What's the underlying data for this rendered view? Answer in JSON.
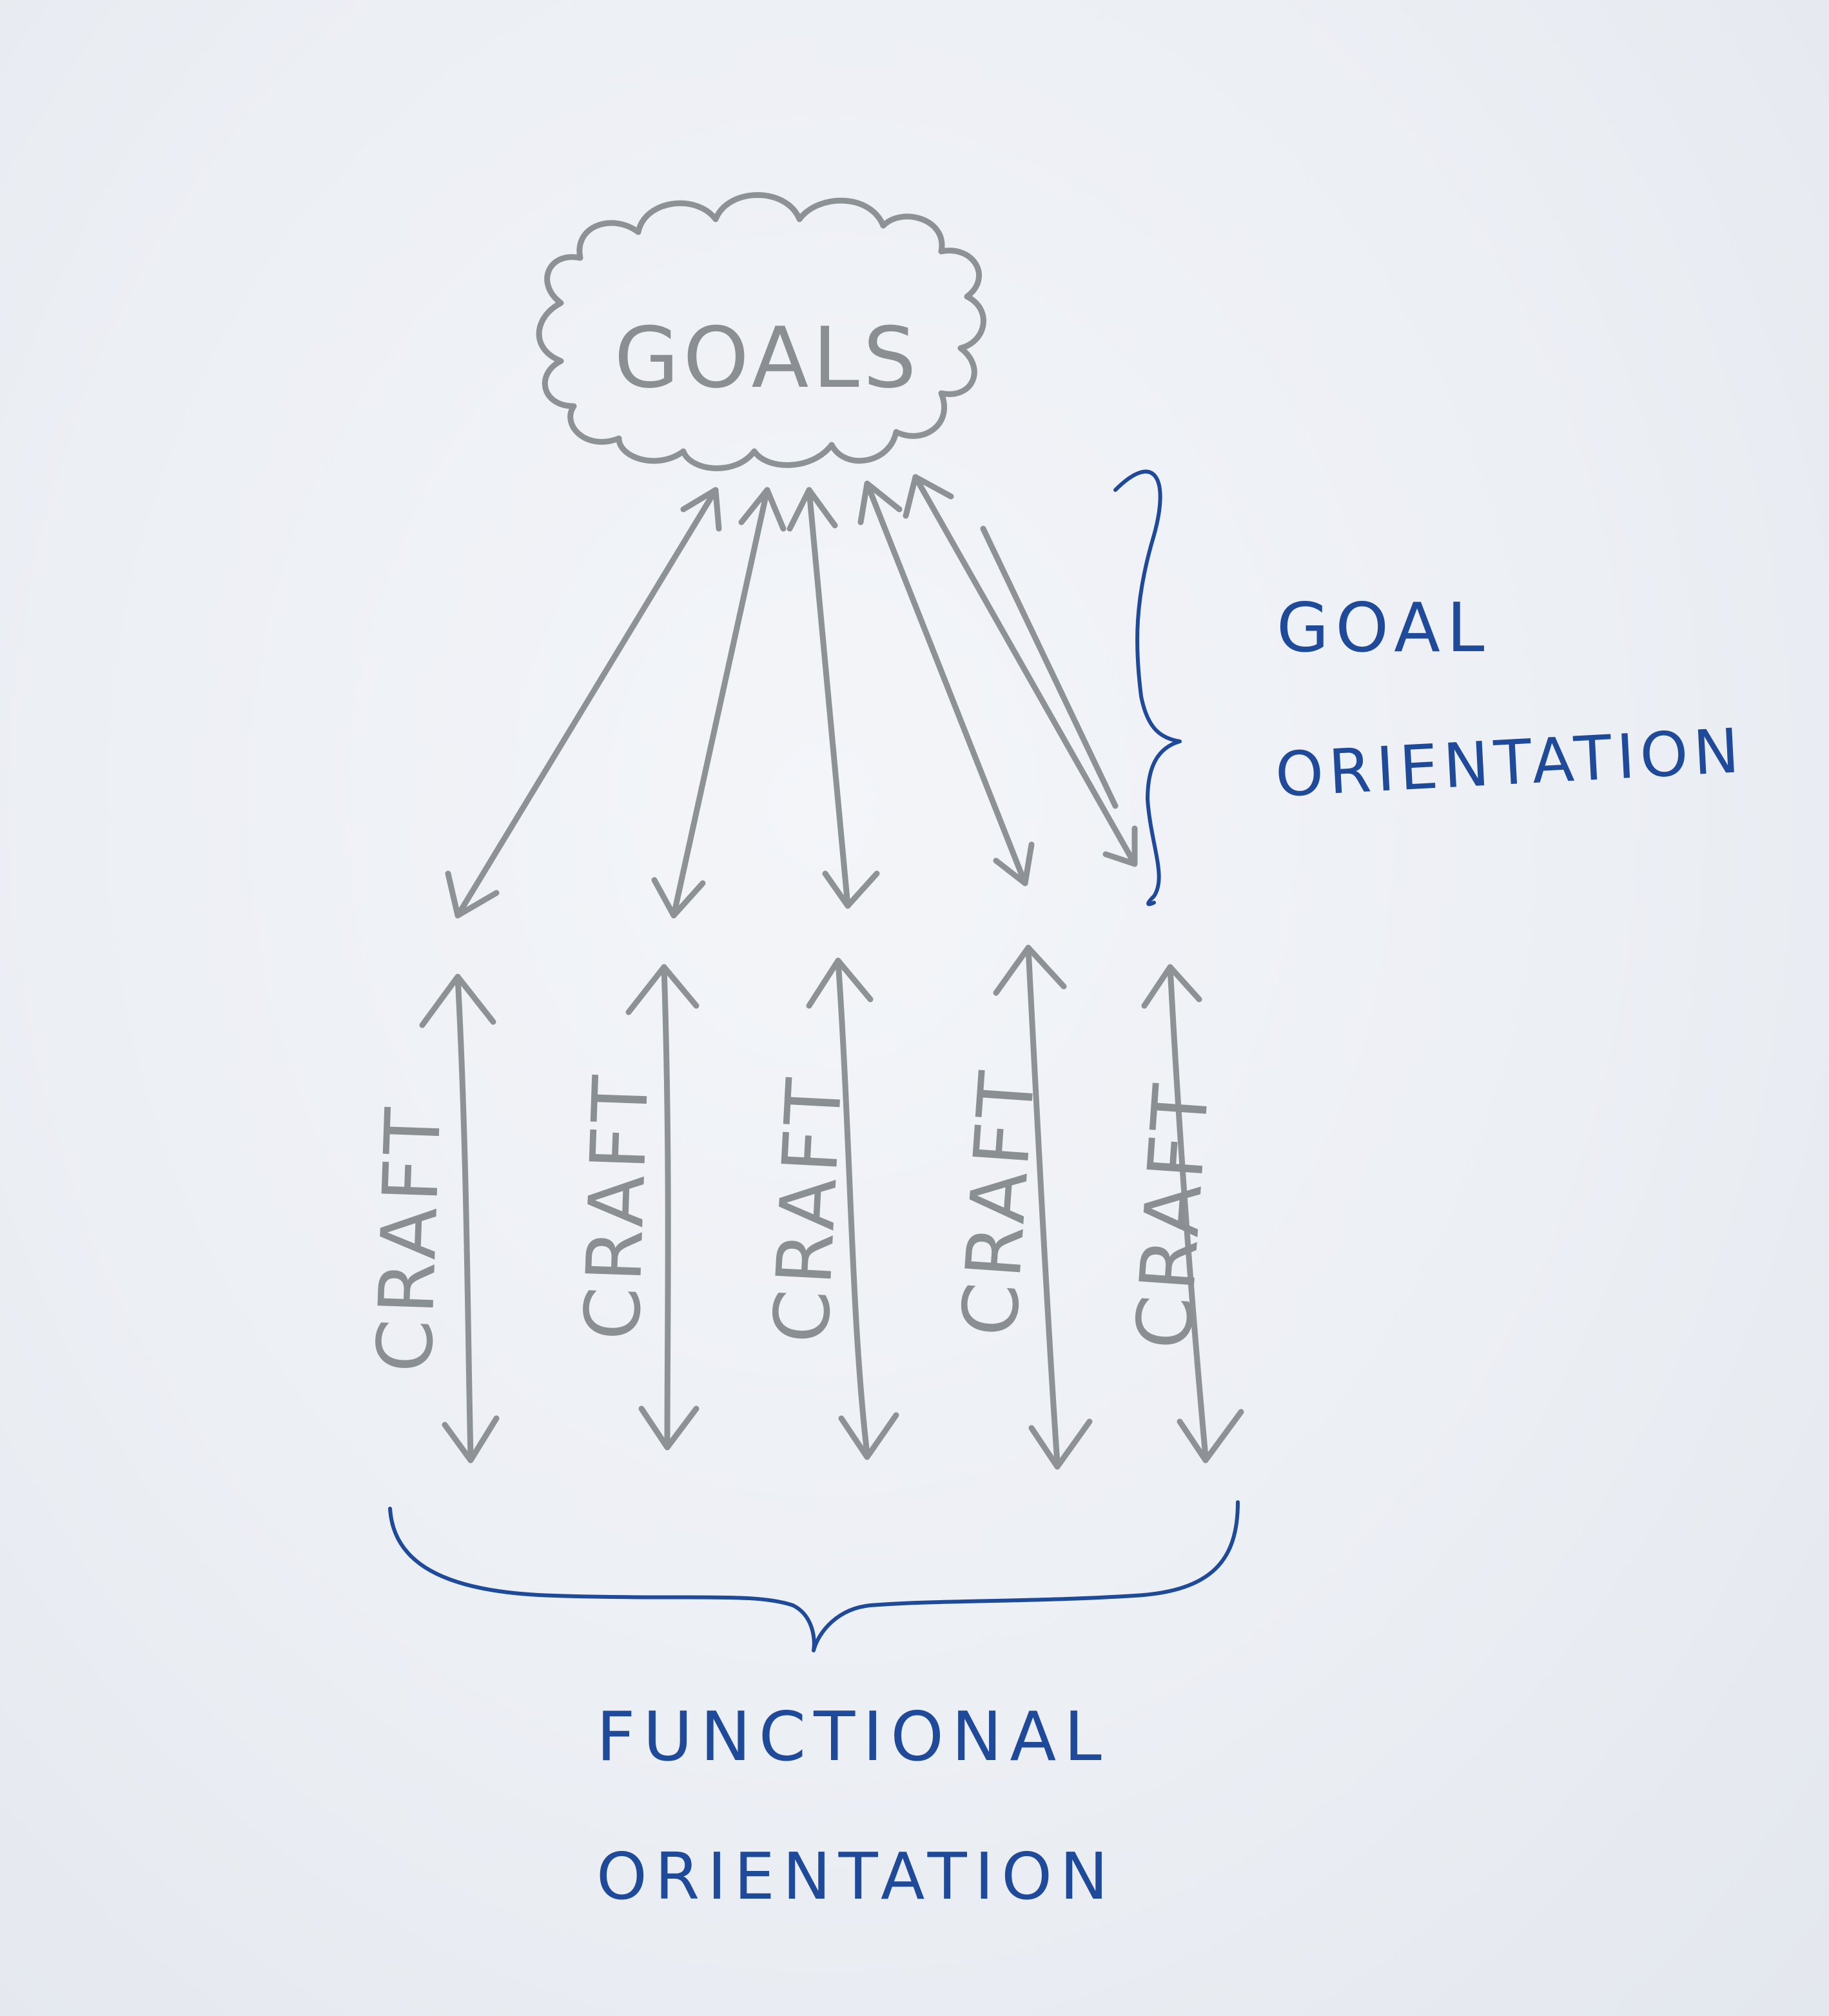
{
  "goals_label": "GOALS",
  "craft_labels": [
    "CRAFT",
    "CRAFT",
    "CRAFT",
    "CRAFT",
    "CRAFT"
  ],
  "goal_orientation": {
    "line1": "GOAL",
    "line2": "ORIENTATION"
  },
  "functional_orientation": {
    "line1": "FUNCTIONAL",
    "line2": "ORIENTATION"
  },
  "colors": {
    "pencil": "#8d9294",
    "ink": "#1f4a9a",
    "paper": "#eceff4"
  }
}
